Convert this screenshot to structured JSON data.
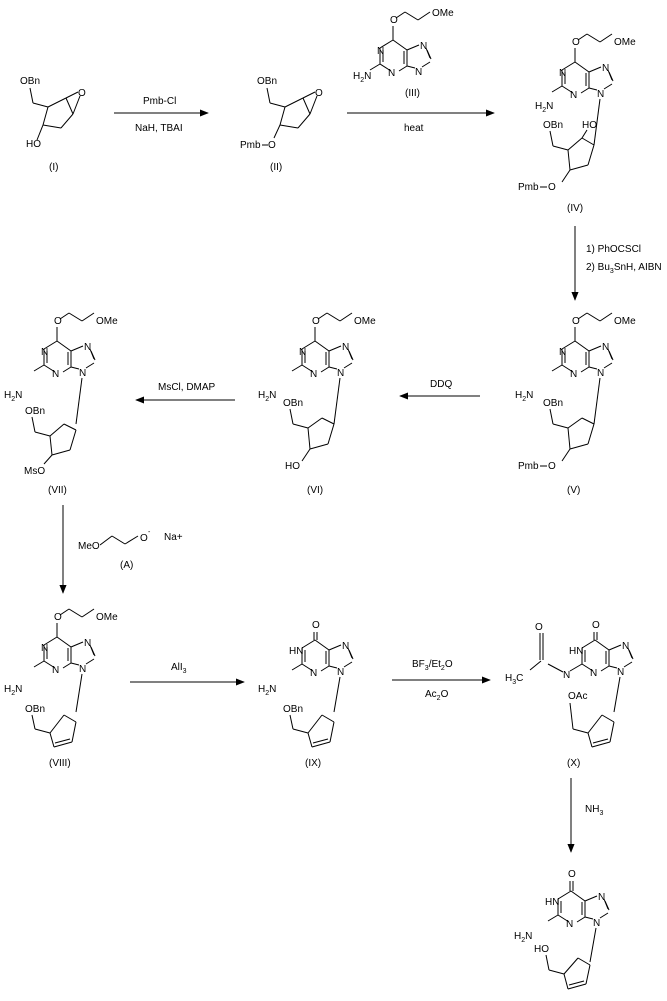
{
  "title": "Synthesis of carbovir analog (reaction scheme)",
  "compounds": {
    "I": {
      "label": "(I)"
    },
    "II": {
      "label": "(II)"
    },
    "III": {
      "label": "(III)"
    },
    "IV": {
      "label": "(IV)"
    },
    "V": {
      "label": "(V)"
    },
    "VI": {
      "label": "(VI)"
    },
    "VII": {
      "label": "(VII)"
    },
    "VIII": {
      "label": "(VIII)"
    },
    "IX": {
      "label": "(IX)"
    },
    "X": {
      "label": "(X)"
    },
    "A": {
      "label": "(A)"
    }
  },
  "atoms": {
    "obn": "OBn",
    "o": "O",
    "ho": "HO",
    "pmb": "Pmb",
    "ome": "OMe",
    "n": "N",
    "h2n": "H",
    "nh_n": "N",
    "two": "2",
    "ms": "MsO",
    "hn": "HN",
    "oac": "OAc",
    "h3c": "H",
    "three": "3",
    "c": "C",
    "meo": "MeO",
    "na": "Na+",
    "minus": "-"
  },
  "reagents": {
    "step1_top": "Pmb-Cl",
    "step1_bottom": "NaH, TBAI",
    "step2_bottom": "heat",
    "step3_line1": "1) PhOCSCl",
    "step3_line2_a": "2) Bu",
    "step3_line2_b": "3",
    "step3_line2_c": "SnH, AIBN",
    "step4": "DDQ",
    "step5": "MsCl, DMAP",
    "step7": "AlI",
    "step7_sub": "3",
    "step8_a": "BF",
    "step8_b": "3",
    "step8_c": "/Et",
    "step8_d": "2",
    "step8_e": "O",
    "step8_bottom_a": "Ac",
    "step8_bottom_b": "2",
    "step8_bottom_c": "O",
    "step9_a": "NH",
    "step9_b": "3"
  },
  "colors": {
    "ink": "#000000",
    "background": "#ffffff"
  }
}
